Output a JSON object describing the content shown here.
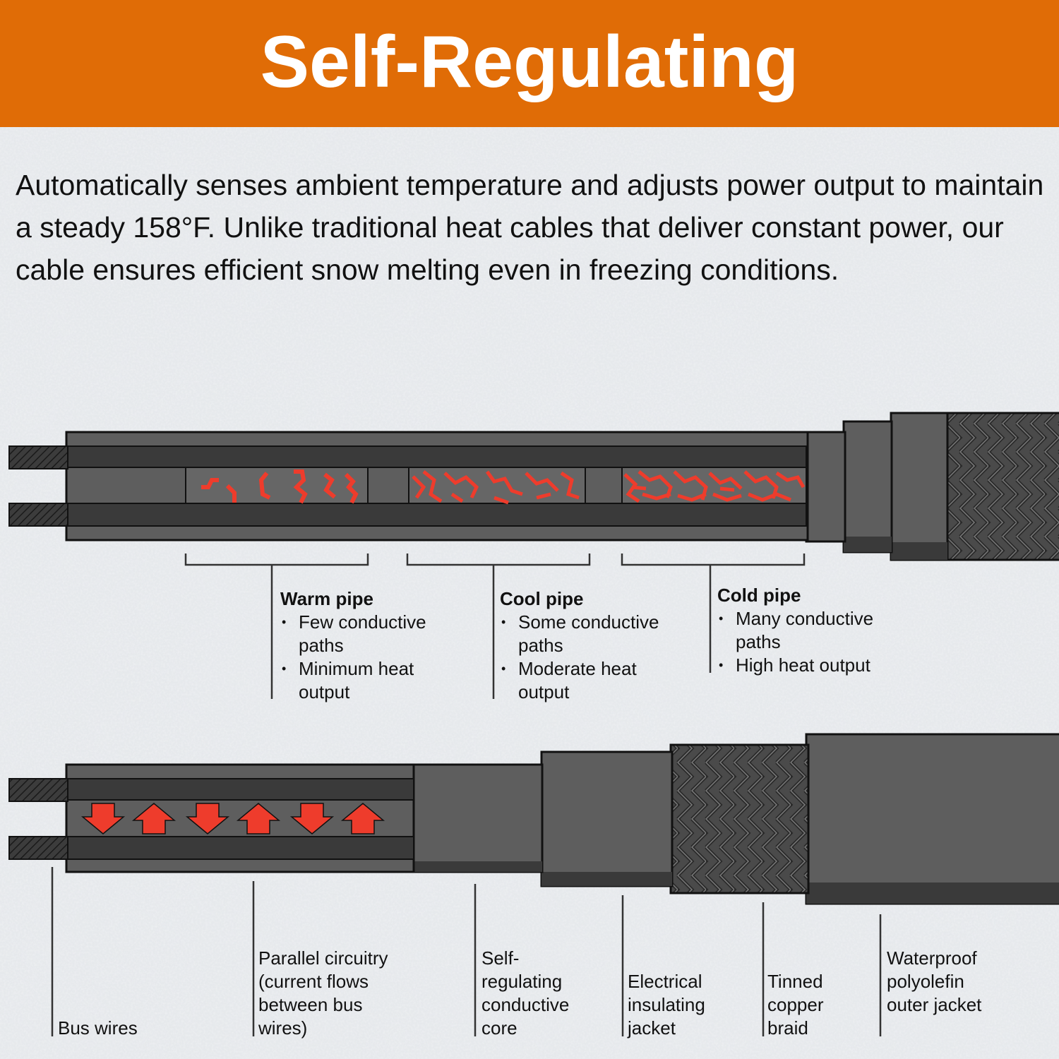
{
  "header": {
    "title": "Self-Regulating",
    "color": "#e06c06"
  },
  "description": "Automatically senses ambient temperature and adjusts power output to maintain a steady 158°F. Unlike traditional heat cables that deliver constant power, our cable ensures efficient snow melting even in freezing conditions.",
  "colors": {
    "cable": "#5f5f5f",
    "cable_dark": "#3a3a3a",
    "outline": "#111111",
    "heat": "#ee3c2c"
  },
  "pipes": [
    {
      "title": "Warm pipe",
      "points": [
        "Few conductive paths",
        "Minimum heat output"
      ]
    },
    {
      "title": "Cool pipe",
      "points": [
        "Some conductive paths",
        "Moderate heat output"
      ]
    },
    {
      "title": "Cold pipe",
      "points": [
        "Many conductive paths",
        "High heat output"
      ]
    }
  ],
  "parts": [
    {
      "label": "Bus wires"
    },
    {
      "label": "Parallel circuitry (current flows between bus wires)"
    },
    {
      "label": "Self-regulating conductive core"
    },
    {
      "label": "Electrical insulating jacket"
    },
    {
      "label": "Tinned copper braid"
    },
    {
      "label": "Waterproof polyolefin outer jacket"
    }
  ],
  "icons": {
    "current_arrows": "up-down-arrows-icon",
    "braid": "braid-pattern"
  }
}
